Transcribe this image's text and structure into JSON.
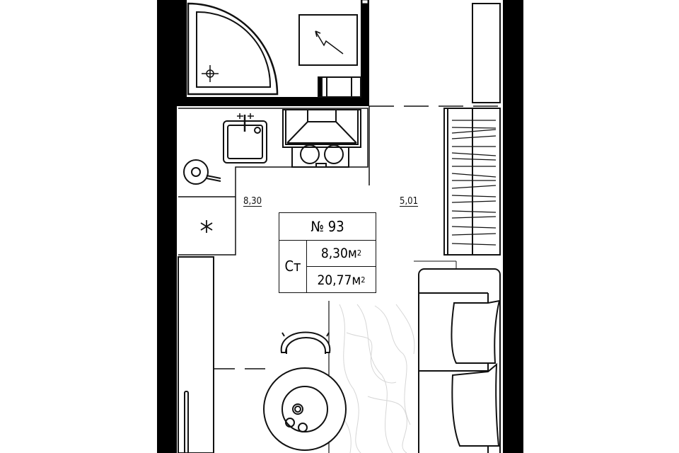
{
  "plan": {
    "kitchen_area_label": "8,30",
    "room_area_label": "5,01",
    "apartment": {
      "number": "№ 93",
      "type": "Ст",
      "kitchen_area": "8,30м",
      "total_area": "20,77м",
      "unit_power": "2"
    }
  },
  "colors": {
    "wall": "#000000",
    "line": "#111111",
    "background": "#ffffff"
  }
}
